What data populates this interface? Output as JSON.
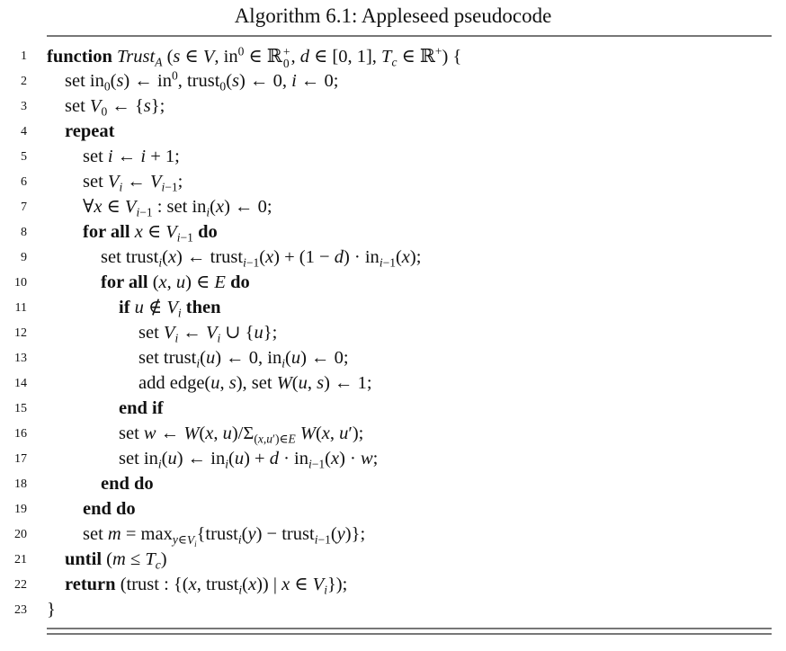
{
  "caption": "Algorithm 6.1: Appleseed pseudocode",
  "line_numbers": [
    "1",
    "2",
    "3",
    "4",
    "5",
    "6",
    "7",
    "8",
    "9",
    "10",
    "11",
    "12",
    "13",
    "14",
    "15",
    "16",
    "17",
    "18",
    "19",
    "20",
    "21",
    "22",
    "23"
  ],
  "kw": {
    "function": "function",
    "repeat": "repeat",
    "for_all": "for all",
    "do": "do",
    "if": "if",
    "then": "then",
    "end_if": "end if",
    "end_do": "end do",
    "until": "until",
    "return": "return"
  }
}
